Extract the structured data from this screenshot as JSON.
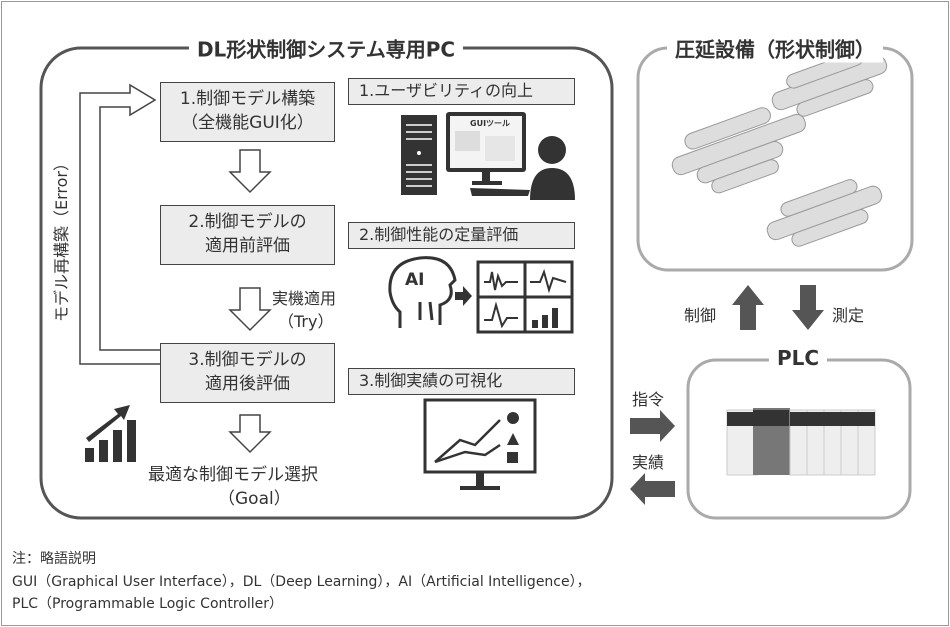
{
  "pc": {
    "title": "DL形状制御システム専用PC",
    "steps": [
      {
        "line1": "1.制御モデル構築",
        "line2": "（全機能GUI化）"
      },
      {
        "line1": "2.制御モデルの",
        "line2": "適用前評価"
      },
      {
        "line1": "3.制御モデルの",
        "line2": "適用後評価"
      }
    ],
    "loop_label": "モデル再構築（Error）",
    "try_label": "実機適用",
    "try_sub": "（Try）",
    "goal_label": "最適な制御モデル選択",
    "goal_sub": "（Goal）",
    "features": [
      "1.ユーザビリティの向上",
      "2.制御性能の定量評価",
      "3.制御実績の可視化"
    ],
    "gui_tool": "GUIツール",
    "ai": "AI"
  },
  "mill": {
    "title": "圧延設備（形状制御）"
  },
  "plc": {
    "title": "PLC"
  },
  "arrows": {
    "control": "制御",
    "measure": "測定",
    "command": "指令",
    "result": "実績"
  },
  "notes": [
    "注：略語説明",
    "GUI（Graphical User Interface），DL（Deep Learning），AI（Artificial Intelligence），",
    "PLC（Programmable Logic Controller）"
  ]
}
